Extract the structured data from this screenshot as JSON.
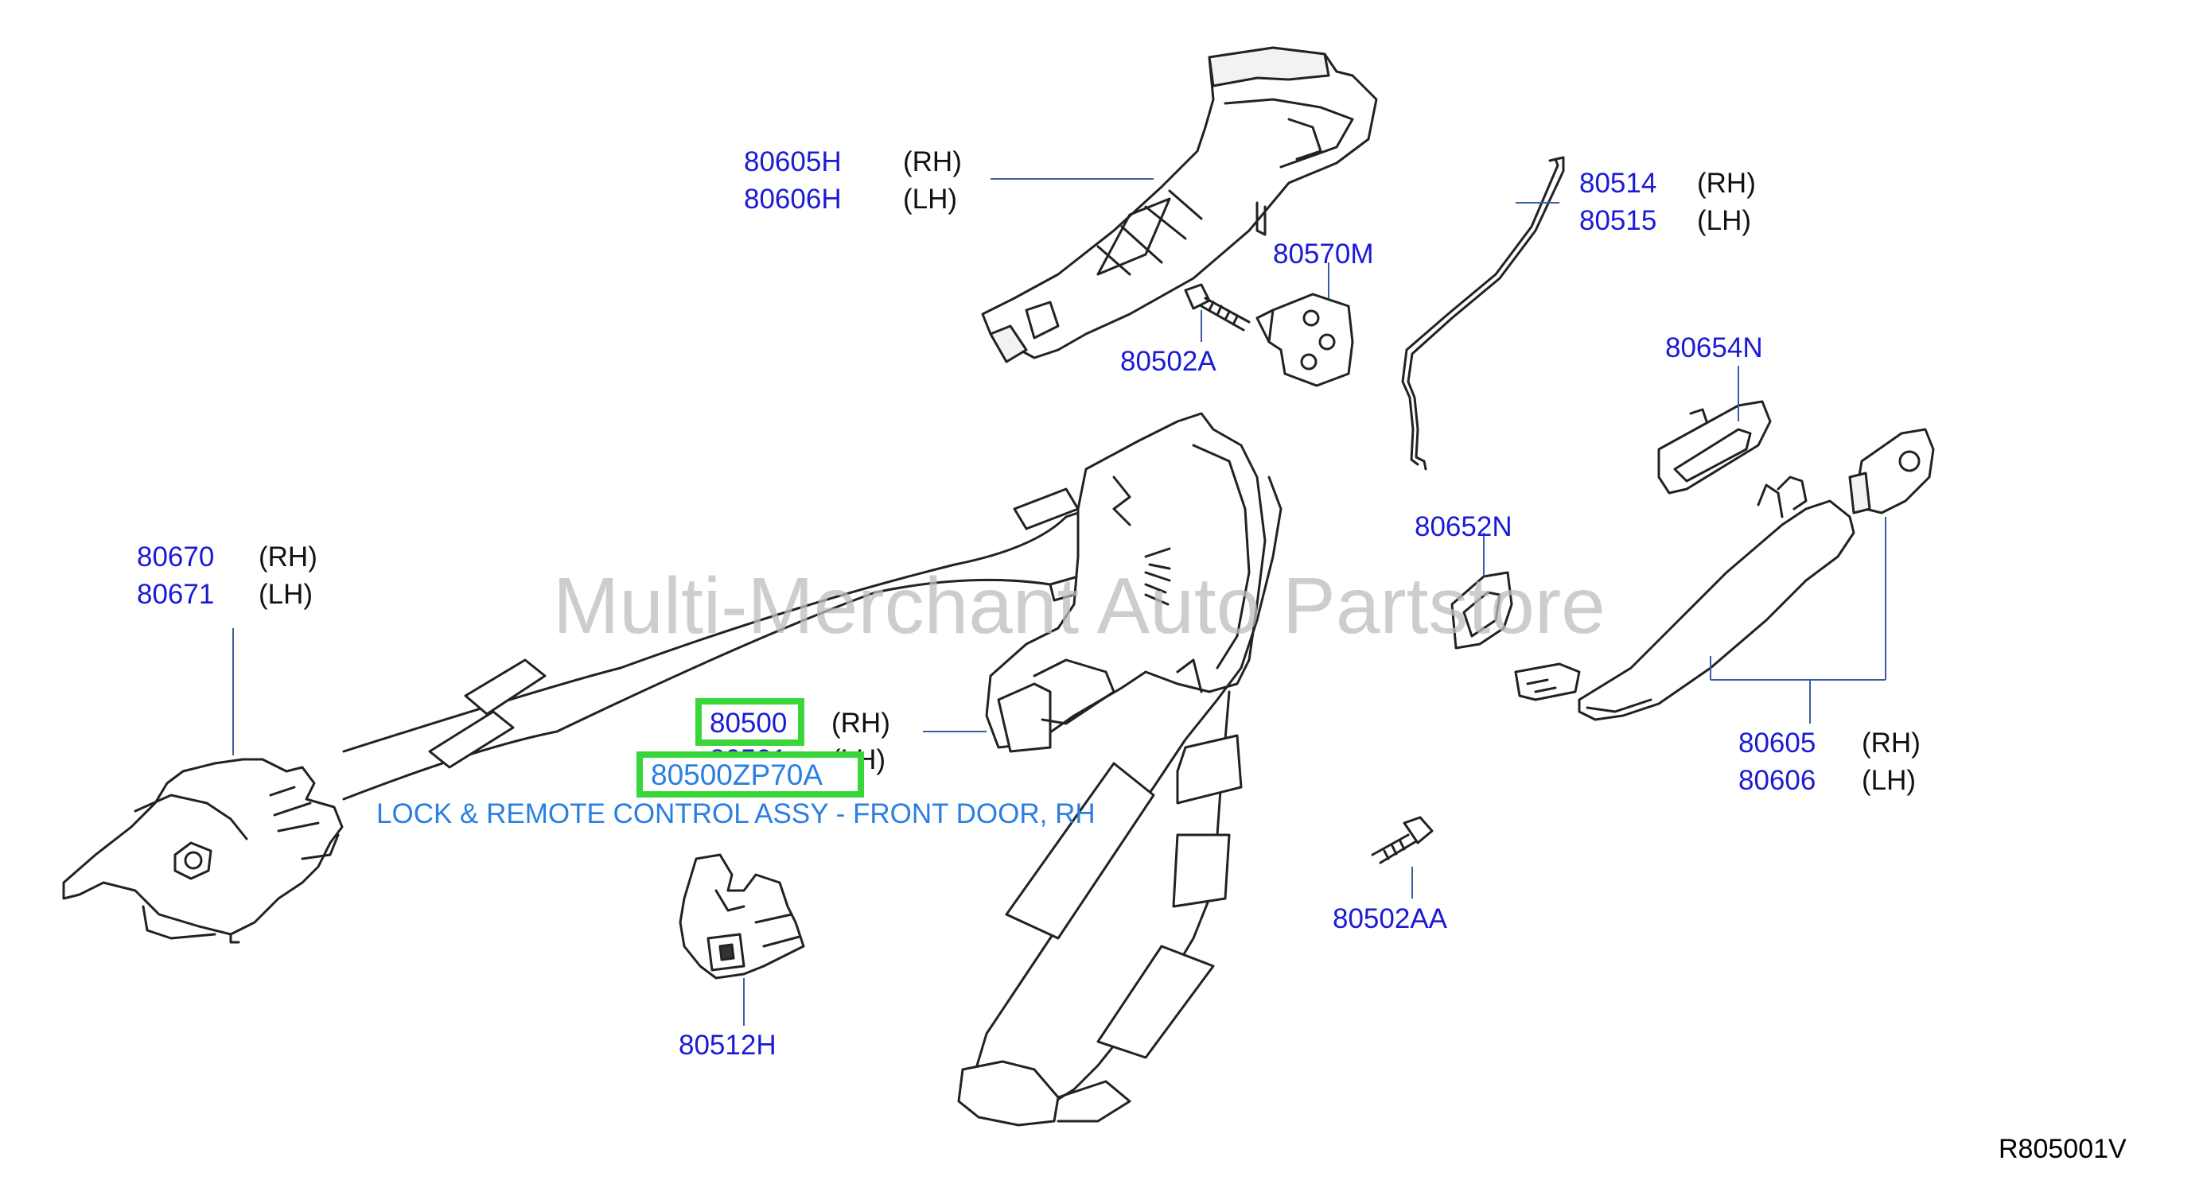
{
  "watermark": "Multi-Merchant Auto Partstore",
  "reference_code": "R805001V",
  "highlight_color": "#39d639",
  "part_number_color": "#1b1bd6",
  "note_color": "#2a7fe0",
  "callouts": {
    "outside_handle_bracket": {
      "rh_part": "80605H",
      "rh_side": "(RH)",
      "lh_part": "80606H",
      "lh_side": "(LH)"
    },
    "rod": {
      "rh_part": "80514",
      "rh_side": "(RH)",
      "lh_part": "80515",
      "lh_side": "(LH)"
    },
    "plate": {
      "part": "80570M"
    },
    "bolt_upper": {
      "part": "80502A"
    },
    "escutcheon": {
      "part": "80654N"
    },
    "gasket": {
      "part": "80652N"
    },
    "inside_handle": {
      "rh_part": "80670",
      "rh_side": "(RH)",
      "lh_part": "80671",
      "lh_side": "(LH)"
    },
    "lock_assy": {
      "rh_part": "80500",
      "rh_side": "(RH)",
      "lh_part": "80501",
      "lh_side": "(LH)"
    },
    "highlight_part": "80500ZP70A",
    "highlight_description": "LOCK & REMOTE CONTROL ASSY - FRONT DOOR, RH",
    "outside_handle": {
      "rh_part": "80605",
      "rh_side": "(RH)",
      "lh_part": "80606",
      "lh_side": "(LH)"
    },
    "bolt_lower": {
      "part": "80502AA"
    },
    "clip": {
      "part": "80512H"
    }
  }
}
